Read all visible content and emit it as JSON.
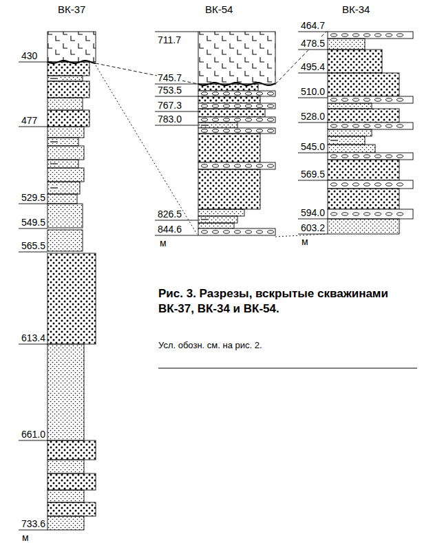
{
  "diagram": {
    "caption": "Рис. 3. Разрезы, вскрытые скважинами ВК-37, ВК-34 и ВК-54.",
    "labels": [
      "ВК-37",
      "ВК-54",
      "ВК-34",
      "430",
      "477",
      "529.5",
      "549.5",
      "565.5",
      "613.4",
      "661.0",
      "733.6",
      "м",
      "711.7",
      "745.7",
      "753.5",
      "767.3",
      "783.0",
      "826.5",
      "844.6",
      "м",
      "464.7",
      "478.5",
      "495.4",
      "510.0",
      "528.0",
      "545.0",
      "569.5",
      "594.0",
      "603.2",
      "м",
      "Усл. обозн. см. на рис. 2."
    ]
  }
}
